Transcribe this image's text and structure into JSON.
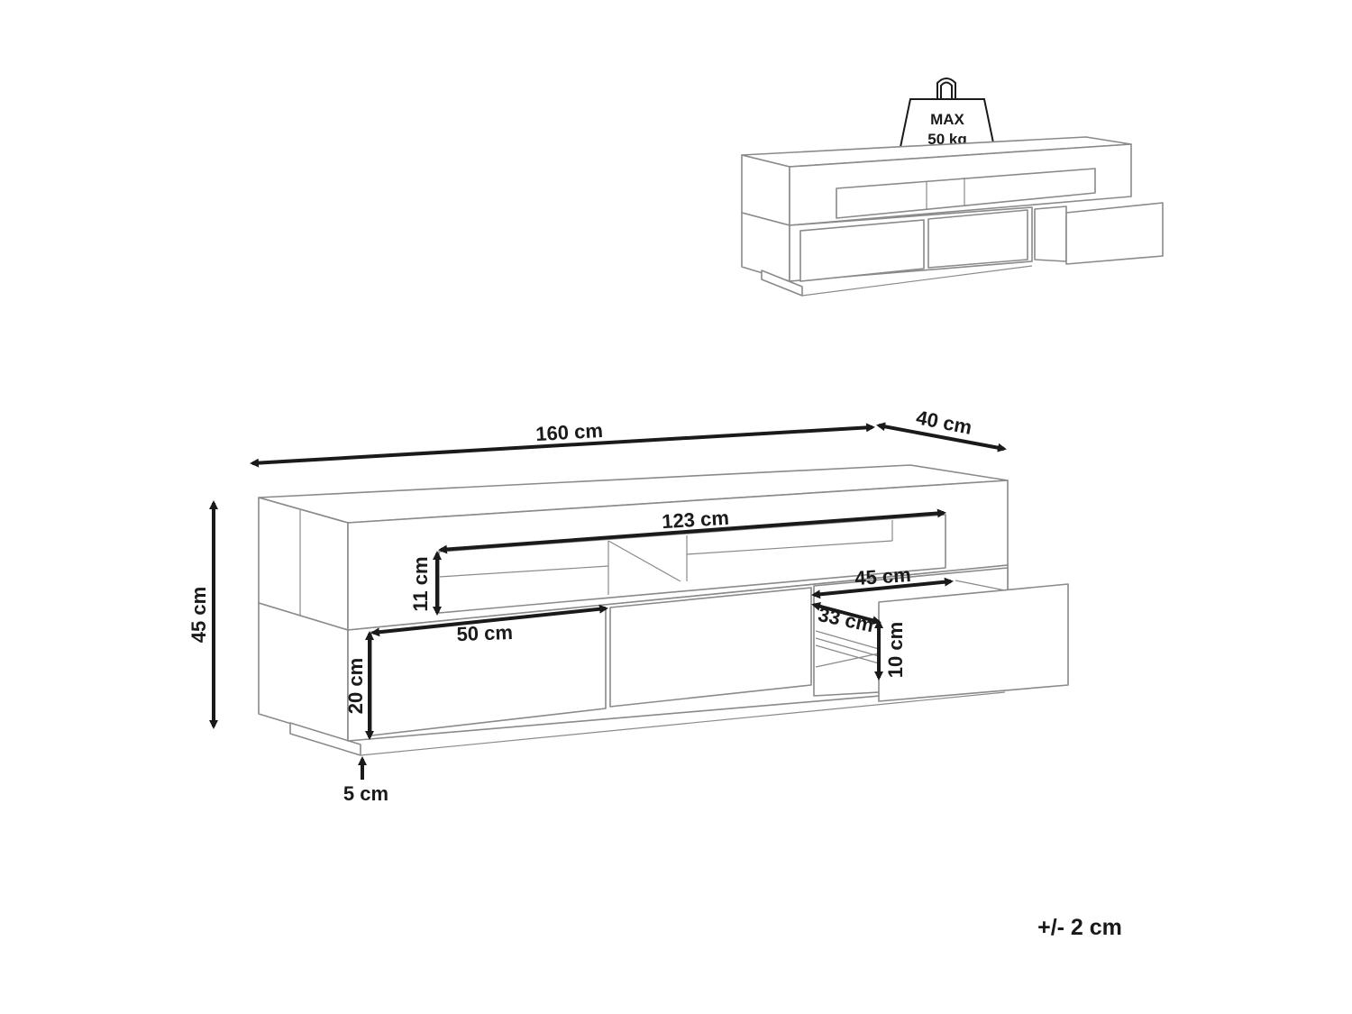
{
  "load_badge": {
    "line1": "MAX",
    "line2": "50 kg"
  },
  "dimensions": {
    "total_width": "160 cm",
    "depth": "40 cm",
    "height": "45 cm",
    "shelf_width": "123 cm",
    "shelf_height": "11 cm",
    "drawer_width": "50 cm",
    "drawer_height": "20 cm",
    "base_height": "5 cm",
    "drawer_depth": "45 cm",
    "drawer_inner_depth": "33 cm",
    "drawer_inner_height": "10 cm"
  },
  "tolerance": "+/- 2 cm",
  "colors": {
    "outline": "#8a8a8a",
    "dimension": "#1a1a1a",
    "background": "#ffffff"
  }
}
